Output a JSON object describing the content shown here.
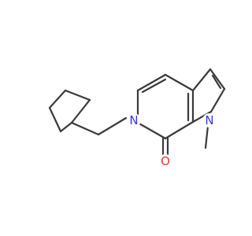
{
  "molecule": {
    "atoms": [
      {
        "label": "N",
        "color": "#3333ff",
        "name": "atom-n6"
      },
      {
        "label": "N",
        "color": "#3333ff",
        "name": "atom-n1"
      },
      {
        "label": "O",
        "color": "#ff2a2a",
        "name": "atom-o"
      }
    ]
  }
}
